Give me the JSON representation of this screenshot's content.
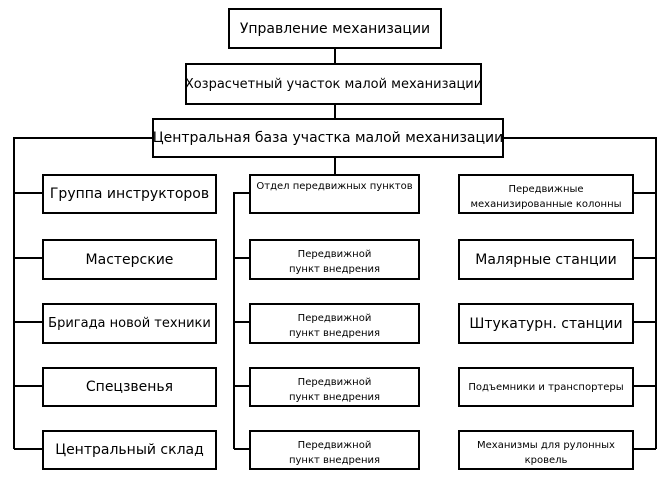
{
  "top": "Управление механизации",
  "second": "Хозрасчетный участок малой механизации",
  "third": "Центральная база участка малой механизации",
  "left_column": [
    "Группа инструкторов",
    "Мастерские",
    "Бригада новой техники",
    "Спецзвенья",
    "Центральный склад"
  ],
  "middle_column": [
    "Отдел передвижных пунктов",
    "Передвижной пункт внедрения",
    "Передвижной пункт внедрения",
    "Передвижной пункт внедрения",
    "Передвижной пункт внедрения"
  ],
  "right_column": [
    "Передвижные механизированные колонны",
    "Малярные станции",
    "Штукатурн. станции",
    "Подъемники и транспортеры",
    "Механизмы для рулонных кровель"
  ]
}
